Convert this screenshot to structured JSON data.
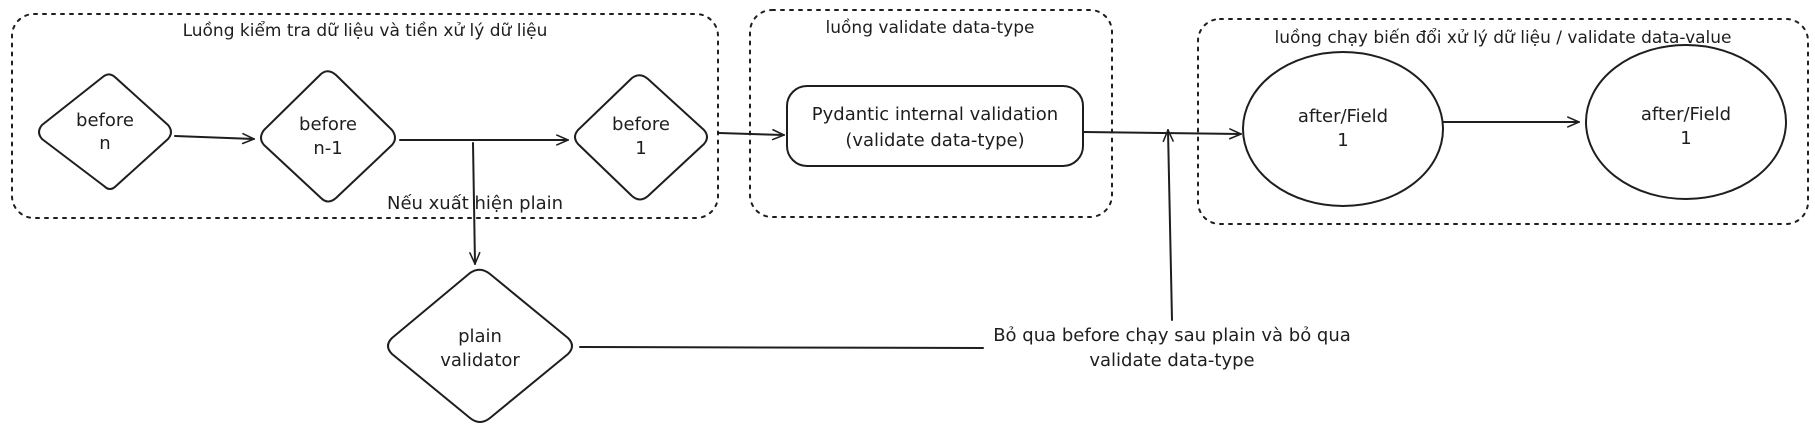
{
  "diagram": {
    "groups": {
      "preprocess": {
        "label": "Luồng kiểm tra dữ liệu và tiền xử lý dữ liệu"
      },
      "type_validation": {
        "label": "luồng validate data-type"
      },
      "value_validation": {
        "label": "luồng chạy biến đổi xử lý dữ liệu / validate data-value"
      }
    },
    "nodes": {
      "before_n": {
        "line1": "before",
        "line2": "n"
      },
      "before_n_minus_1": {
        "line1": "before",
        "line2": "n-1"
      },
      "before_1": {
        "line1": "before",
        "line2": "1"
      },
      "pydantic_validation": {
        "line1": "Pydantic internal validation",
        "line2": "(validate data-type)"
      },
      "after_field_a": {
        "line1": "after/Field",
        "line2": "1"
      },
      "after_field_b": {
        "line1": "after/Field",
        "line2": "1"
      },
      "plain_validator": {
        "line1": "plain",
        "line2": "validator"
      }
    },
    "notes": {
      "plain_condition": "Nếu xuất hiện plain",
      "skip_note_line1": "Bỏ qua before chạy sau plain và bỏ qua",
      "skip_note_line2": "validate data-type"
    }
  }
}
